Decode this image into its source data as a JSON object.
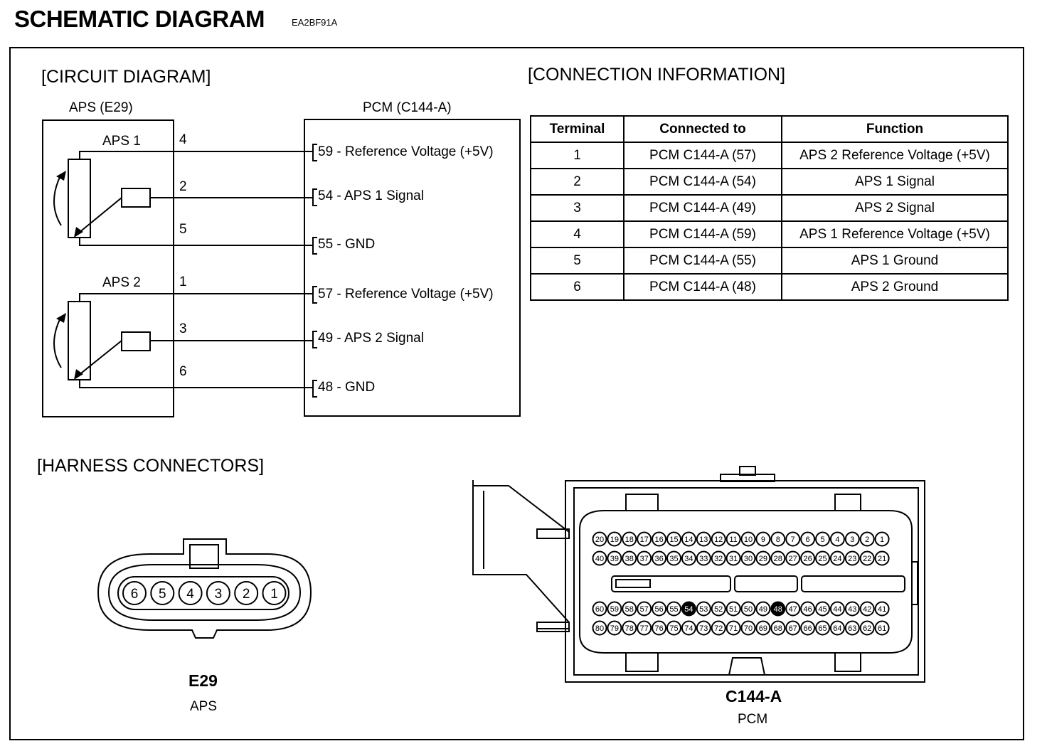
{
  "header": {
    "title": "SCHEMATIC DIAGRAM",
    "code": "EA2BF91A"
  },
  "circuit": {
    "section_title": "[CIRCUIT DIAGRAM]",
    "aps_box_title": "APS (E29)",
    "pcm_box_title": "PCM (C144-A)",
    "aps1_label": "APS 1",
    "aps2_label": "APS 2",
    "wires": [
      {
        "pin": "4",
        "pcm": "59 - Reference Voltage (+5V)"
      },
      {
        "pin": "2",
        "pcm": "54 - APS 1 Signal"
      },
      {
        "pin": "5",
        "pcm": "55 - GND"
      },
      {
        "pin": "1",
        "pcm": "57 - Reference Voltage (+5V)"
      },
      {
        "pin": "3",
        "pcm": "49 - APS 2 Signal"
      },
      {
        "pin": "6",
        "pcm": "48 - GND"
      }
    ]
  },
  "connection": {
    "section_title": "[CONNECTION INFORMATION]",
    "headers": [
      "Terminal",
      "Connected to",
      "Function"
    ],
    "rows": [
      [
        "1",
        "PCM C144-A (57)",
        "APS 2 Reference Voltage (+5V)"
      ],
      [
        "2",
        "PCM C144-A (54)",
        "APS 1 Signal"
      ],
      [
        "3",
        "PCM C144-A (49)",
        "APS 2 Signal"
      ],
      [
        "4",
        "PCM C144-A (59)",
        "APS 1 Reference Voltage (+5V)"
      ],
      [
        "5",
        "PCM C144-A (55)",
        "APS 1 Ground"
      ],
      [
        "6",
        "PCM C144-A (48)",
        "APS 2 Ground"
      ]
    ]
  },
  "harness": {
    "section_title": "[HARNESS CONNECTORS]",
    "e29_pins": [
      "6",
      "5",
      "4",
      "3",
      "2",
      "1"
    ],
    "e29_name": "E29",
    "e29_desc": "APS",
    "c144_name": "C144-A",
    "c144_desc": "PCM",
    "c144_rows": [
      [
        "20",
        "19",
        "18",
        "17",
        "16",
        "15",
        "14",
        "13",
        "12",
        "11",
        "10",
        "9",
        "8",
        "7",
        "6",
        "5",
        "4",
        "3",
        "2",
        "1"
      ],
      [
        "40",
        "39",
        "38",
        "37",
        "36",
        "35",
        "34",
        "33",
        "32",
        "31",
        "30",
        "29",
        "28",
        "27",
        "26",
        "25",
        "24",
        "23",
        "22",
        "21"
      ],
      [
        "60",
        "59",
        "58",
        "57",
        "56",
        "55",
        "54",
        "53",
        "52",
        "51",
        "50",
        "49",
        "48",
        "47",
        "46",
        "45",
        "44",
        "43",
        "42",
        "41"
      ],
      [
        "80",
        "79",
        "78",
        "77",
        "76",
        "75",
        "74",
        "73",
        "72",
        "71",
        "70",
        "69",
        "68",
        "67",
        "66",
        "65",
        "64",
        "63",
        "62",
        "61"
      ]
    ],
    "c144_filled": [
      "54",
      "48"
    ]
  }
}
